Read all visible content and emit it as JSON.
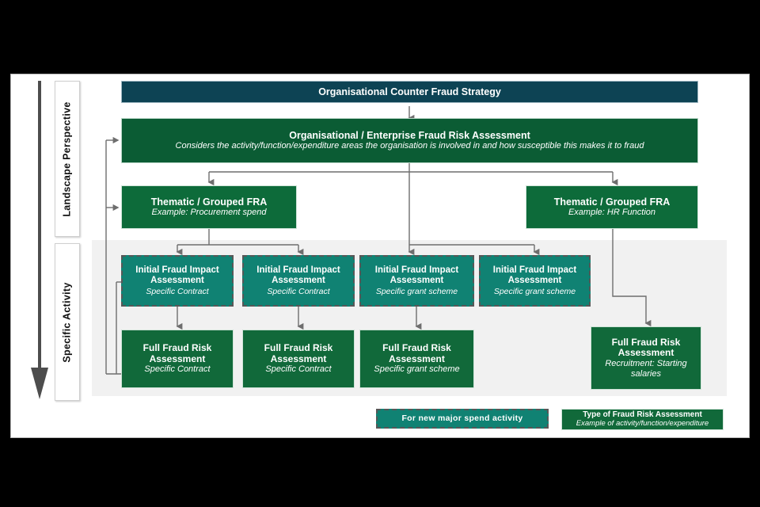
{
  "perspectives": [
    {
      "label": "Landscape Perspective"
    },
    {
      "label": "Specific Activity"
    }
  ],
  "strategy": {
    "title": "Organisational Counter Fraud Strategy"
  },
  "org_fra": {
    "title": "Organisational / Enterprise Fraud Risk Assessment",
    "subtitle": "Considers the activity/function/expenditure areas the organisation is involved in and how susceptible this makes it to fraud"
  },
  "thematic": [
    {
      "title": "Thematic / Grouped FRA",
      "subtitle": "Example: Procurement spend"
    },
    {
      "title": "Thematic / Grouped FRA",
      "subtitle": "Example: HR Function"
    }
  ],
  "initial_assessments": [
    {
      "title": "Initial Fraud Impact Assessment",
      "subtitle": "Specific Contract"
    },
    {
      "title": "Initial Fraud Impact Assessment",
      "subtitle": "Specific Contract"
    },
    {
      "title": "Initial Fraud Impact Assessment",
      "subtitle": "Specific grant scheme"
    },
    {
      "title": "Initial Fraud Impact Assessment",
      "subtitle": "Specific grant scheme"
    }
  ],
  "full_assessments": [
    {
      "title": "Full Fraud Risk Assessment",
      "subtitle": "Specific Contract"
    },
    {
      "title": "Full Fraud Risk Assessment",
      "subtitle": "Specific Contract"
    },
    {
      "title": "Full Fraud Risk Assessment",
      "subtitle": "Specific grant scheme"
    },
    {
      "title": "Full Fraud Risk Assessment",
      "subtitle": "Recruitment: Starting salaries"
    }
  ],
  "legend": {
    "new_activity": "For new major spend activity",
    "type_title": "Type of Fraud Risk Assessment",
    "type_subtitle": "Example of activity/function/expenditure"
  },
  "colors": {
    "navy": "#0d4354",
    "dark_green": "#0b5c34",
    "green": "#0d6b3a",
    "teal": "#108273",
    "panel_grey": "#f1f1f1",
    "connector": "#6e6e6e",
    "dashed_border": "#575757"
  }
}
